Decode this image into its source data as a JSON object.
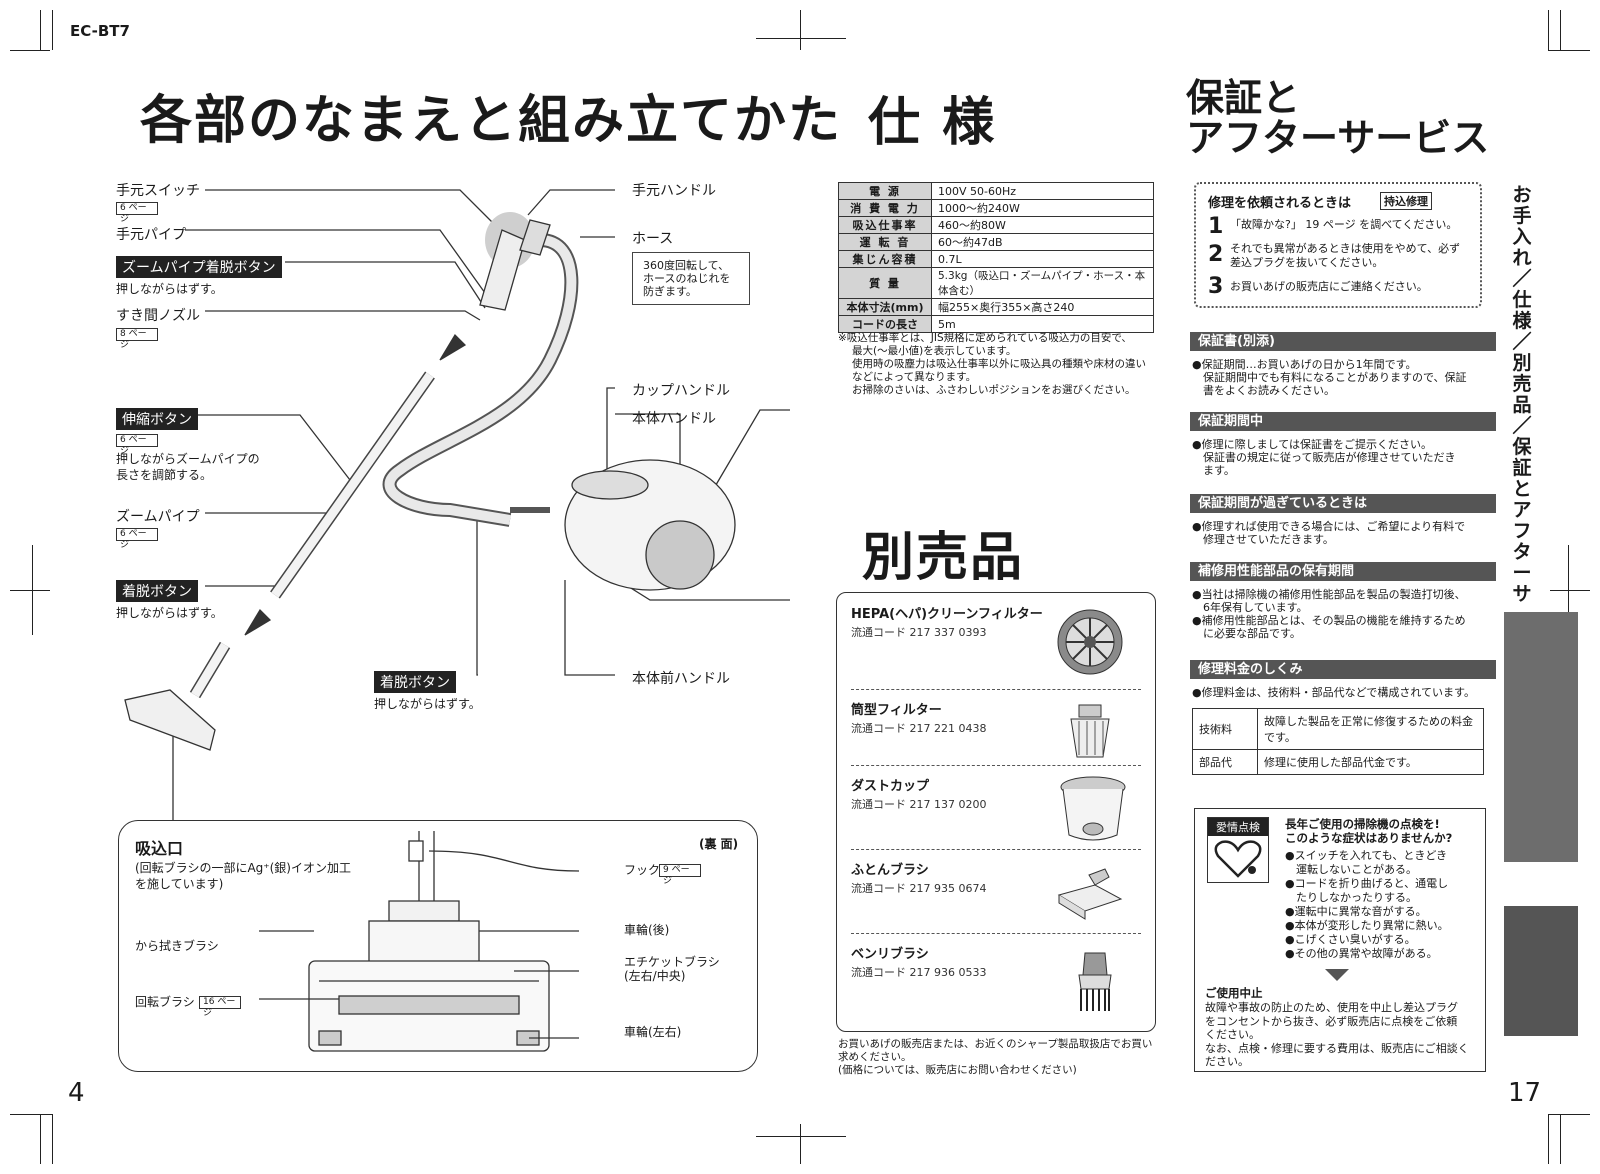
{
  "model": "EC-BT7",
  "left_page": {
    "title": "各部のなまえと組み立てかた",
    "page_number": "4",
    "labels": {
      "switch": "手元スイッチ",
      "switch_ref": "6 ページ",
      "pipe": "手元パイプ",
      "zoom_release": "ズームパイプ着脱ボタン",
      "zoom_release_desc": "押しながらはずす。",
      "crevice": "すき間ノズル",
      "crevice_ref": "8 ページ",
      "telescope": "伸縮ボタン",
      "telescope_ref": "6 ページ",
      "telescope_desc1": "押しながらズームパイプの",
      "telescope_desc2": "長さを調節する。",
      "zoom_pipe": "ズームパイプ",
      "zoom_pipe_ref": "6 ページ",
      "detach": "着脱ボタン",
      "detach_desc": "押しながらはずす。",
      "detach2": "着脱ボタン",
      "detach2_desc": "押しながらはずす。",
      "hand_handle": "手元ハンドル",
      "hose": "ホース",
      "hose_note": "360度回転して、ホースのねじれを防ぎます。",
      "cup_handle": "カップハンドル",
      "body_handle": "本体ハンドル",
      "front_handle": "本体前ハンドル"
    },
    "nozzle_box": {
      "title": "吸込口",
      "desc1": "(回転ブラシの一部にAg⁺(銀)イオン加工",
      "desc2": "を施しています)",
      "back": "(裏 面)",
      "hook": "フック",
      "hook_ref": "9 ページ",
      "wheel_rear": "車輪(後)",
      "wipe_brush": "から拭きブラシ",
      "etiquette1": "エチケットブラシ",
      "etiquette2": "(左右/中央)",
      "rotary": "回転ブラシ",
      "rotary_ref": "16 ページ",
      "wheel_lr": "車輪(左右)"
    }
  },
  "spec": {
    "title": "仕 様",
    "rows": [
      {
        "k": "電 源",
        "v": "100V 50-60Hz"
      },
      {
        "k": "消 費 電 力",
        "v": "1000～約240W"
      },
      {
        "k": "吸込仕事率",
        "v": "460～約80W"
      },
      {
        "k": "運 転 音",
        "v": "60～約47dB"
      },
      {
        "k": "集じん容積",
        "v": "0.7L"
      },
      {
        "k": "質 量",
        "v": "5.3kg（吸込口・ズームパイプ・ホース・本体含む）"
      },
      {
        "k": "本体寸法(mm)",
        "v": "幅255×奥行355×高さ240"
      },
      {
        "k": "コードの長さ",
        "v": "5m"
      }
    ],
    "footnote": [
      "※吸込仕事率とは、JIS規格に定められている吸込力の目安で、",
      "最大(～最小値)を表示しています。",
      "使用時の吸塵力は吸込仕事率以外に吸込具の種類や床材の違い",
      "などによって異なります。",
      "お掃除のさいは、ふさわしいポジションをお選びください。"
    ]
  },
  "accessories": {
    "title": "別売品",
    "items": [
      {
        "name": "HEPA(ヘパ)クリーンフィルター",
        "code": "流通コード 217 337 0393"
      },
      {
        "name": "筒型フィルター",
        "code": "流通コード 217 221 0438"
      },
      {
        "name": "ダストカップ",
        "code": "流通コード 217 137 0200"
      },
      {
        "name": "ふとんブラシ",
        "code": "流通コード 217 935 0674"
      },
      {
        "name": "ベンリブラシ",
        "code": "流通コード 217 936 0533"
      }
    ],
    "footer": [
      "お買いあげの販売店または、お近くのシャープ製品取扱店でお買い",
      "求めください。",
      "(価格については、販売店にお問い合わせください)"
    ]
  },
  "warranty": {
    "title1": "保証と",
    "title2": "アフターサービス",
    "repair_head": "修理を依頼されるときは",
    "repair_tag": "持込修理",
    "steps": [
      {
        "n": "1",
        "t": "「故障かな?」 19 ページ を調べてください。"
      },
      {
        "n": "2",
        "t": "それでも異常があるときは使用をやめて、必ず差込プラグを抜いてください。"
      },
      {
        "n": "3",
        "t": "お買いあげの販売店にご連絡ください。"
      }
    ],
    "sections": [
      {
        "head": "保証書(別添)",
        "body": [
          "●保証期間…お買いあげの日から1年間です。",
          "　保証期間中でも有料になることがありますので、保証",
          "　書をよくお読みください。"
        ]
      },
      {
        "head": "保証期間中",
        "body": [
          "●修理に際しましては保証書をご提示ください。",
          "　保証書の規定に従って販売店が修理させていただき",
          "　ます。"
        ]
      },
      {
        "head": "保証期間が過ぎているときは",
        "body": [
          "●修理すれば使用できる場合には、ご希望により有料で",
          "　修理させていただきます。"
        ]
      },
      {
        "head": "補修用性能部品の保有期間",
        "body": [
          "●当社は掃除機の補修用性能部品を製品の製造打切後、",
          "　6年保有しています。",
          "●補修用性能部品とは、その製品の機能を維持するため",
          "　に必要な部品です。"
        ]
      },
      {
        "head": "修理料金のしくみ",
        "body": [
          "●修理料金は、技術料・部品代などで構成されています。"
        ]
      }
    ],
    "fee_table": [
      {
        "k": "技術料",
        "v": "故障した製品を正常に修復するための料金です。"
      },
      {
        "k": "部品代",
        "v": "修理に使用した部品代金です。"
      }
    ],
    "check": {
      "badge": "愛情点検",
      "head1": "長年ご使用の掃除機の点検を!",
      "head2": "このような症状はありませんか?",
      "symptoms": [
        "●スイッチを入れても、ときどき",
        "　運転しないことがある。",
        "●コードを折り曲げると、通電し",
        "　たりしなかったりする。",
        "●運転中に異常な音がする。",
        "●本体が変形したり異常に熱い。",
        "●こげくさい臭いがする。",
        "●その他の異常や故障がある。"
      ],
      "stop_head": "ご使用中止",
      "stop_body": [
        "故障や事故の防止のため、使用を中止し差込プラグ",
        "をコンセントから抜き、必ず販売店に点検をご依頼",
        "ください。",
        "なお、点検・修理に要する費用は、販売店にご相談く",
        "ださい。"
      ]
    },
    "side_title": "お手入れ／仕様／別売品／保証とアフターサービス",
    "page_number": "17"
  }
}
